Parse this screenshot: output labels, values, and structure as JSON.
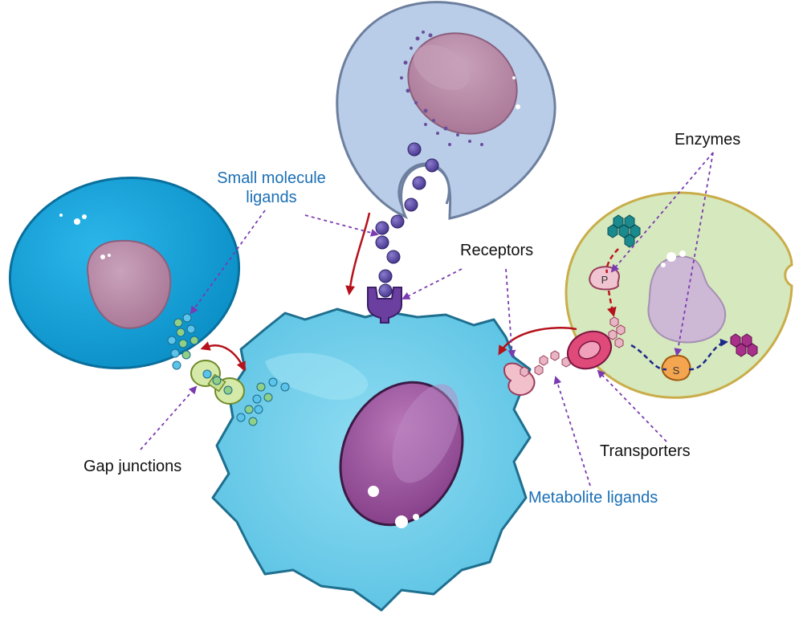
{
  "labels": {
    "small_molecule_ligands": [
      "Small molecule",
      "ligands"
    ],
    "receptors": "Receptors",
    "enzymes": "Enzymes",
    "gap_junctions": "Gap junctions",
    "transporters": "Transporters",
    "metabolite_ligands": "Metabolite ligands",
    "enzyme_p": "P",
    "enzyme_s": "S"
  },
  "colors": {
    "blue_label": "#1a6fb5",
    "black_label": "#111111",
    "dashed_arrow": "#7a3bb0",
    "red_arrow": "#b5121b",
    "navy_arrow": "#1b2a8a",
    "left_cell": "#0aa3dc",
    "top_cell": "#b9cde9",
    "right_cell": "#d6e8bd",
    "center_cell": "#76d2ec",
    "nucleus": "#b98ba8",
    "center_nucleus": "#9a4f9c"
  }
}
